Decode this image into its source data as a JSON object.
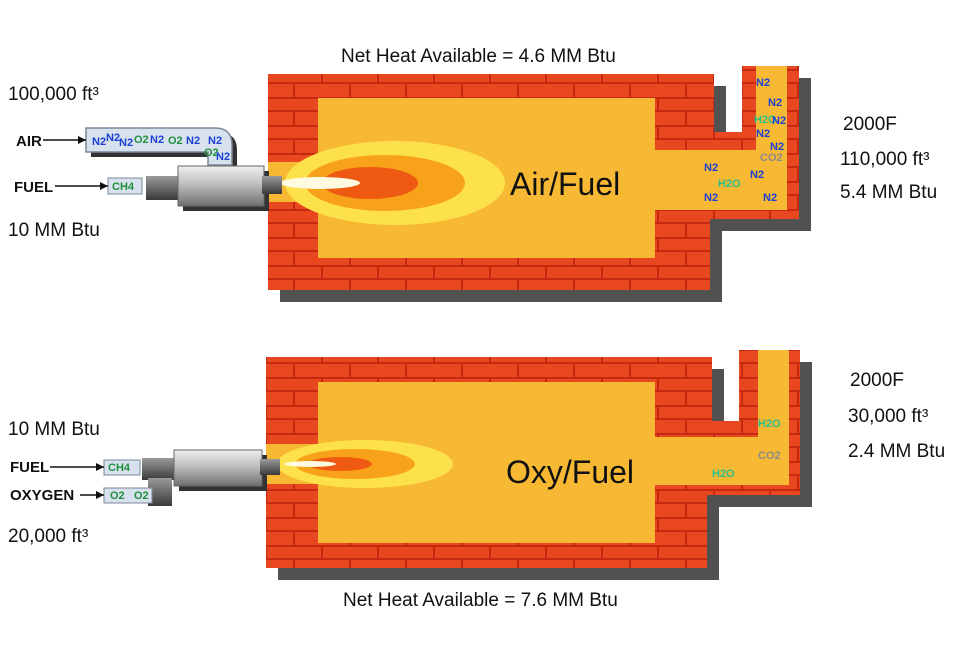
{
  "air_fuel": {
    "net_heat": "Net Heat Available = 4.6 MM Btu",
    "furnace_label": "Air/Fuel",
    "inlet_volume": "100,000 ft³",
    "air_label": "AIR",
    "fuel_label": "FUEL",
    "fuel_energy": "10 MM Btu",
    "exhaust_temp": "2000F",
    "exhaust_volume": "110,000 ft³",
    "exhaust_energy": "5.4 MM Btu",
    "air_pipe_molecules": [
      "N2",
      "N2",
      "N2",
      "O2",
      "N2",
      "O2",
      "N2",
      "O2",
      "N2",
      "N2"
    ],
    "fuel_molecule": "CH4",
    "flue_molecules": [
      "N2",
      "N2",
      "H2O",
      "N2",
      "N2",
      "CO2",
      "N2",
      "N2",
      "H2O",
      "N2",
      "N2",
      "N2"
    ]
  },
  "oxy_fuel": {
    "net_heat": "Net Heat Available = 7.6 MM Btu",
    "furnace_label": "Oxy/Fuel",
    "fuel_energy": "10 MM Btu",
    "fuel_label": "FUEL",
    "oxygen_label": "OXYGEN",
    "oxygen_volume": "20,000 ft³",
    "exhaust_temp": "2000F",
    "exhaust_volume": "30,000 ft³",
    "exhaust_energy": "2.4 MM Btu",
    "fuel_molecule": "CH4",
    "oxygen_molecules": [
      "O2",
      "O2"
    ],
    "flue_molecules": [
      "H2O",
      "CO2",
      "H2O"
    ]
  },
  "colors": {
    "brick": "#e8471f",
    "mortar": "#c42a10",
    "interior": "#f7b833",
    "flame_outer": "#fde14a",
    "flame_mid": "#f8a21a",
    "flame_core": "#ee5a12",
    "nitrogen": "#1a3fd6",
    "water": "#2bbf8a",
    "co2": "#8a8a8a",
    "oxygen": "#1f8f3a"
  }
}
